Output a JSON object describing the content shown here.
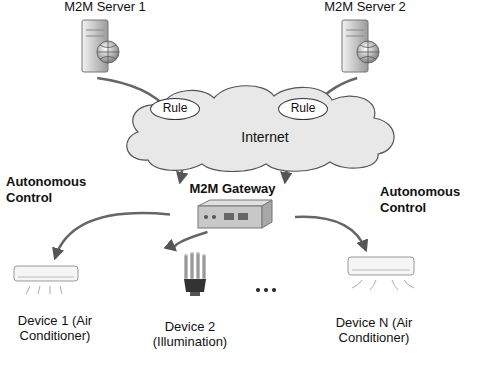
{
  "diagram": {
    "nodes": [
      {
        "text": [
          "M2M Server 1"
        ]
      },
      {
        "text": [
          "M2M Server 2"
        ]
      },
      {
        "text": [
          "Internet"
        ]
      },
      {
        "text": [
          "Rule"
        ],
        "in": 2
      },
      {
        "text": [
          "Rule"
        ],
        "in": 2
      },
      {
        "text": [
          "M2M Gateway"
        ]
      },
      {
        "text": [
          "Device 1 (Air Conditioner)"
        ]
      },
      {
        "text": [
          "Device 2 (Illumination)"
        ]
      },
      {
        "text": [
          "Device N (Air Conditioner)"
        ]
      }
    ],
    "edges": [
      {
        "from": 0,
        "to": 5,
        "arrow": "to"
      },
      {
        "from": 1,
        "to": 5,
        "arrow": "to"
      },
      {
        "from": 5,
        "to": 6,
        "arrow": "to"
      },
      {
        "from": 5,
        "to": 7,
        "arrow": "to"
      },
      {
        "from": 5,
        "to": 8,
        "arrow": "to"
      }
    ],
    "labels": [
      "Autonomous Control",
      "Autonomous Control"
    ]
  }
}
